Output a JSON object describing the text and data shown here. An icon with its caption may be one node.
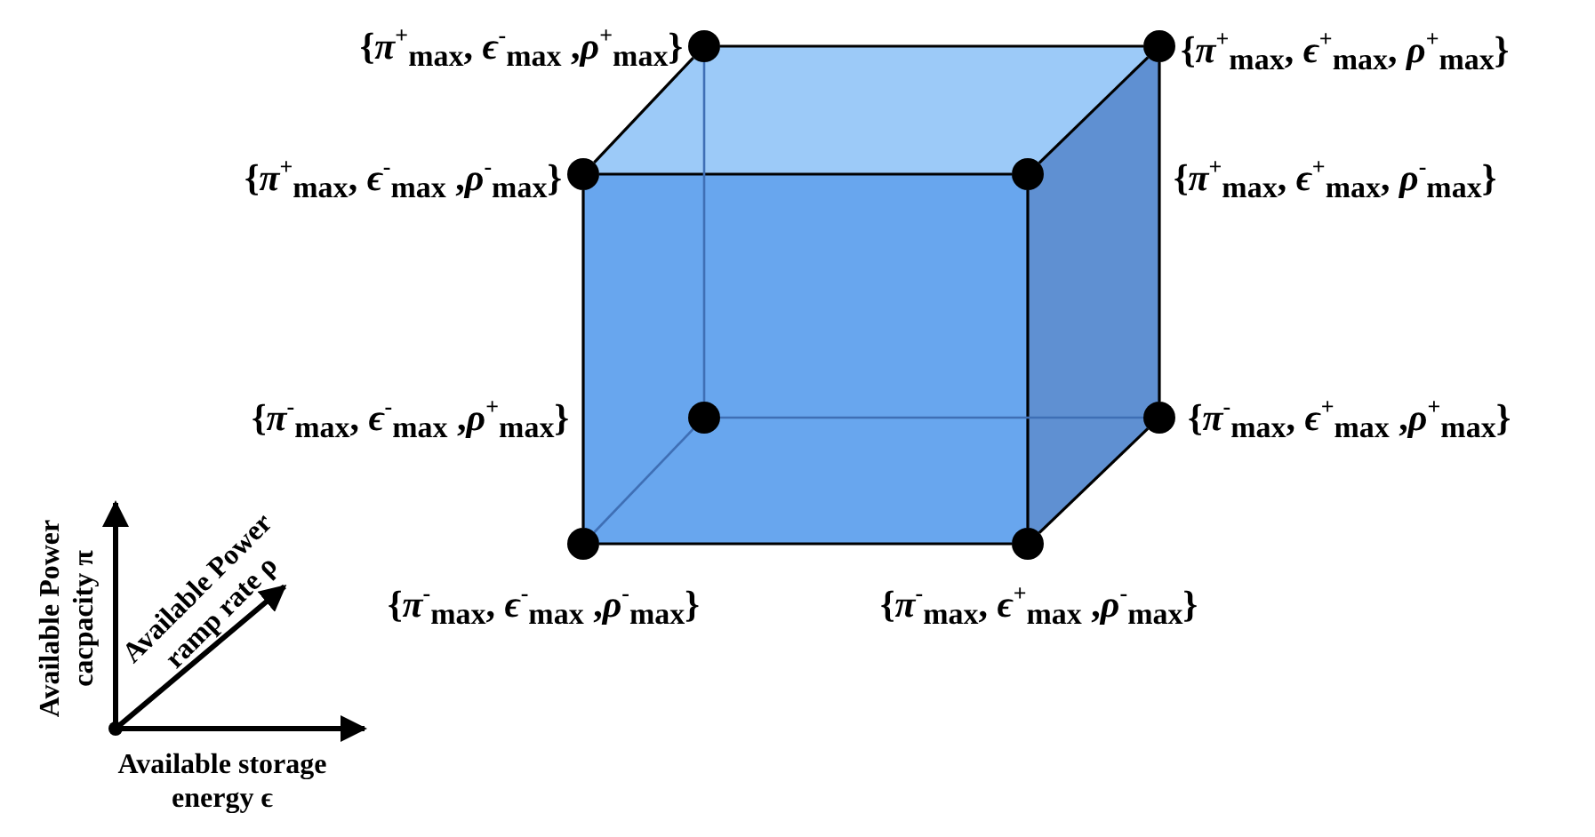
{
  "diagram": {
    "nodes": [
      {
        "text": [],
        "shape": "circle",
        "beside": [
          "{*π*$^{+}$$_{max}$, *ϵ*$^{-}$$_{max}$ ,*ρ*$^{+}$$_{max}$}"
        ]
      },
      {
        "text": [],
        "shape": "circle",
        "beside": [
          "{*π*$^{+}$$_{max}$, *ϵ*$^{+}$$_{max}$, *ρ*$^{+}$$_{max}$}"
        ]
      },
      {
        "text": [],
        "shape": "circle",
        "beside": [
          "{*π*$^{+}$$_{max}$, *ϵ*$^{-}$$_{max}$ ,*ρ*$^{-}$$_{max}$}"
        ]
      },
      {
        "text": [],
        "shape": "circle",
        "beside": [
          "{*π*$^{+}$$_{max}$, *ϵ*$^{+}$$_{max}$, *ρ*$^{-}$$_{max}$}"
        ]
      },
      {
        "text": [],
        "shape": "circle",
        "beside": [
          "{*π*$^{-}$$_{max}$, *ϵ*$^{-}$$_{max}$ ,*ρ*$^{+}$$_{max}$}"
        ]
      },
      {
        "text": [],
        "shape": "circle",
        "beside": [
          "{*π*$^{-}$$_{max}$, *ϵ*$^{+}$$_{max}$ ,*ρ*$^{+}$$_{max}$}"
        ]
      },
      {
        "text": [],
        "shape": "circle",
        "beside": [
          "{*π*$^{-}$$_{max}$, *ϵ*$^{-}$$_{max}$ ,*ρ*$^{-}$$_{max}$}"
        ]
      },
      {
        "text": [],
        "shape": "circle",
        "beside": [
          "{*π*$^{-}$$_{max}$, *ϵ*$^{+}$$_{max}$ ,*ρ*$^{-}$$_{max}$}"
        ]
      }
    ],
    "edges": [
      {
        "from": 0,
        "to": 1,
        "arrow": "none"
      },
      {
        "from": 0,
        "to": 2,
        "arrow": "none"
      },
      {
        "from": 1,
        "to": 3,
        "arrow": "none"
      },
      {
        "from": 2,
        "to": 3,
        "arrow": "none"
      },
      {
        "from": 0,
        "to": 4,
        "arrow": "none",
        "color": "#3f6fb5"
      },
      {
        "from": 1,
        "to": 5,
        "arrow": "none"
      },
      {
        "from": 2,
        "to": 6,
        "arrow": "none"
      },
      {
        "from": 3,
        "to": 7,
        "arrow": "none"
      },
      {
        "from": 4,
        "to": 5,
        "arrow": "none",
        "color": "#3f6fb5"
      },
      {
        "from": 4,
        "to": 6,
        "arrow": "none",
        "color": "#3f6fb5"
      },
      {
        "from": 5,
        "to": 7,
        "arrow": "none"
      },
      {
        "from": 6,
        "to": 7,
        "arrow": "none"
      }
    ],
    "labels": [
      "Available Power cacpacity π",
      "Available Power ramp rate ρ",
      "Available storage energy ϵ"
    ]
  }
}
